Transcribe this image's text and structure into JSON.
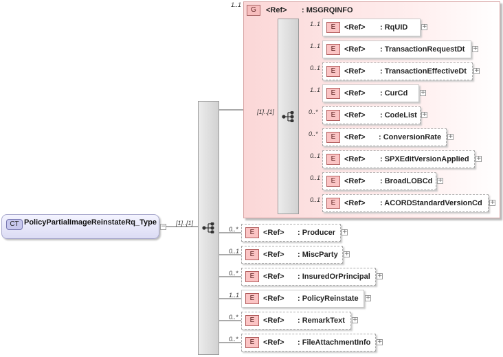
{
  "root": {
    "badge": "CT",
    "name": "PolicyPartialImageReinstateRq_Type",
    "collapse_symbol": "−"
  },
  "root_sequence": {
    "multiplicity": "[1]..[1]"
  },
  "group": {
    "multiplicity": "1..1",
    "badge": "G",
    "ref": "<Ref>",
    "name": ": MSGRQINFO"
  },
  "group_sequence": {
    "multiplicity": "[1]..[1]"
  },
  "group_elements": [
    {
      "mult": "1..1",
      "badge": "E",
      "ref": "<Ref>",
      "name": ": RqUID",
      "optional": false,
      "expand": "+"
    },
    {
      "mult": "1..1",
      "badge": "E",
      "ref": "<Ref>",
      "name": ": TransactionRequestDt",
      "optional": false,
      "expand": "+"
    },
    {
      "mult": "0..1",
      "badge": "E",
      "ref": "<Ref>",
      "name": ": TransactionEffectiveDt",
      "optional": true,
      "expand": "+"
    },
    {
      "mult": "1..1",
      "badge": "E",
      "ref": "<Ref>",
      "name": ": CurCd",
      "optional": false,
      "expand": "+"
    },
    {
      "mult": "0..*",
      "badge": "E",
      "ref": "<Ref>",
      "name": ": CodeList",
      "optional": true,
      "expand": "+"
    },
    {
      "mult": "0..*",
      "badge": "E",
      "ref": "<Ref>",
      "name": ": ConversionRate",
      "optional": true,
      "expand": "+"
    },
    {
      "mult": "0..1",
      "badge": "E",
      "ref": "<Ref>",
      "name": ": SPXEditVersionApplied",
      "optional": true,
      "expand": "+"
    },
    {
      "mult": "0..1",
      "badge": "E",
      "ref": "<Ref>",
      "name": ": BroadLOBCd",
      "optional": true,
      "expand": "+"
    },
    {
      "mult": "0..1",
      "badge": "E",
      "ref": "<Ref>",
      "name": ": ACORDStandardVersionCd",
      "optional": true,
      "expand": "+"
    }
  ],
  "root_elements": [
    {
      "mult": "0..*",
      "badge": "E",
      "ref": "<Ref>",
      "name": ": Producer",
      "optional": true,
      "expand": "+"
    },
    {
      "mult": "0..1",
      "badge": "E",
      "ref": "<Ref>",
      "name": ": MiscParty",
      "optional": true,
      "expand": "+"
    },
    {
      "mult": "0..*",
      "badge": "E",
      "ref": "<Ref>",
      "name": ": InsuredOrPrincipal",
      "optional": true,
      "expand": "+"
    },
    {
      "mult": "1..1",
      "badge": "E",
      "ref": "<Ref>",
      "name": ": PolicyReinstate",
      "optional": false,
      "expand": "+"
    },
    {
      "mult": "0..*",
      "badge": "E",
      "ref": "<Ref>",
      "name": ": RemarkText",
      "optional": true,
      "expand": "+"
    },
    {
      "mult": "0..*",
      "badge": "E",
      "ref": "<Ref>",
      "name": ": FileAttachmentInfo",
      "optional": true,
      "expand": "+"
    }
  ],
  "colors": {
    "group_fill": "#fbd7d7",
    "element_badge": "#fbc4c4",
    "complex_type": "#dcdcf4",
    "connector": "#555555"
  }
}
